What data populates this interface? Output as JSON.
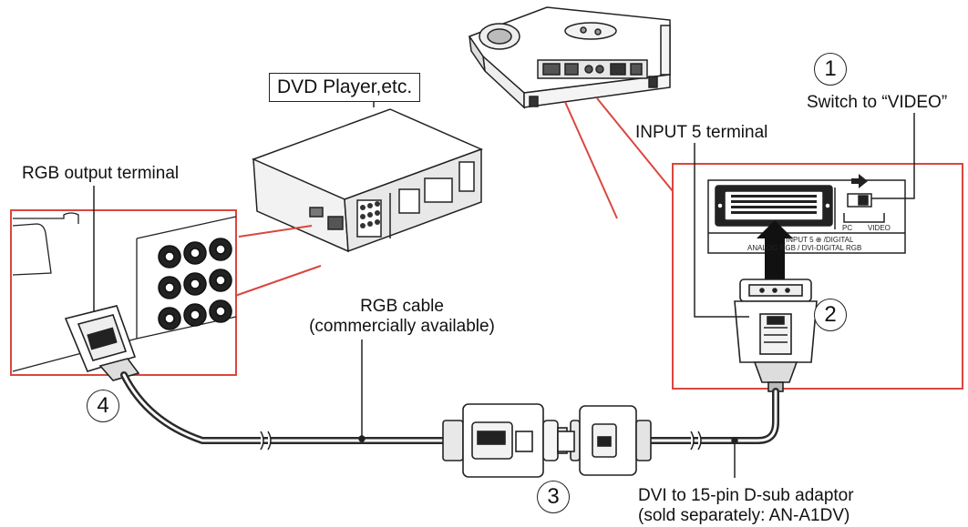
{
  "labels": {
    "dvd_player": "DVD Player,etc.",
    "rgb_output_terminal": "RGB output terminal",
    "input5_terminal": "INPUT 5 terminal",
    "switch_to_video": "Switch to “VIDEO”",
    "rgb_cable_line1": "RGB cable",
    "rgb_cable_line2": "(commercially available)",
    "adaptor_line1": "DVI to 15-pin D-sub adaptor",
    "adaptor_line2": "(sold separately: AN-A1DV)"
  },
  "steps": [
    "1",
    "2",
    "3",
    "4"
  ],
  "panel_text": {
    "switch_pc": "PC",
    "switch_video": "VIDEO",
    "input_caption_line1": "INPUT 5 ⊕ /DIGITAL",
    "input_caption_line2": "ANALOG RGB / DVI-DIGITAL RGB"
  },
  "colors": {
    "callout_red": "#d9473f",
    "line": "#222222",
    "cable": "#2a2a2a"
  }
}
